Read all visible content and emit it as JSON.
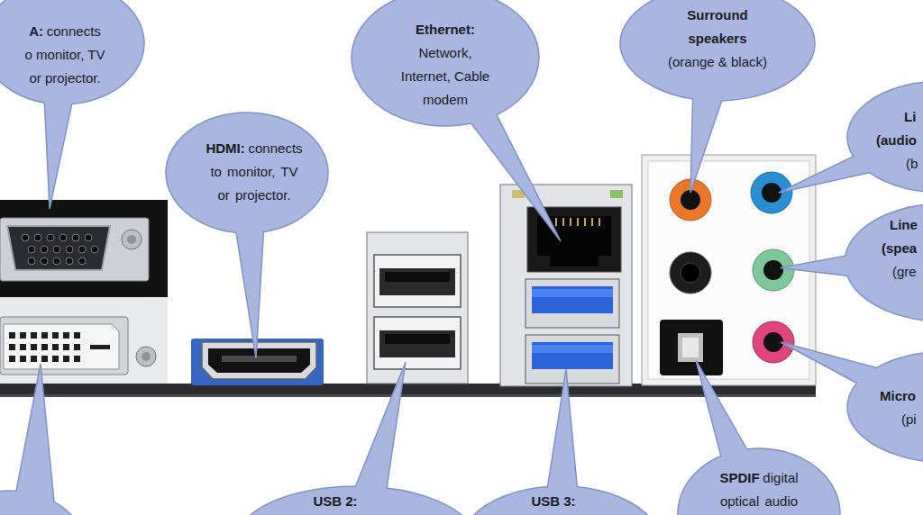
{
  "diagram": {
    "nodes": [
      {
        "text": [
          "A:",
          "connects",
          "o monitor, TV",
          "or projector."
        ]
      },
      {
        "text": [
          "HDMI:",
          "connects to monitor, TV or projector."
        ]
      },
      {
        "text": [
          "Ethernet:",
          "Network, Internet, Cable modem"
        ]
      },
      {
        "text": [
          "Surround speakers",
          "(orange & black)"
        ]
      },
      {
        "text": [
          "Li",
          "(audio",
          "(b"
        ]
      },
      {
        "text": [
          "Line",
          "(spea",
          "(gre"
        ]
      },
      {
        "text": [
          "Micro",
          "(pi"
        ]
      },
      {
        "text": [
          "USB 2:"
        ]
      },
      {
        "text": [
          "USB 3:"
        ]
      },
      {
        "text": [
          "SPDIF",
          "digital optical audio"
        ]
      }
    ]
  }
}
